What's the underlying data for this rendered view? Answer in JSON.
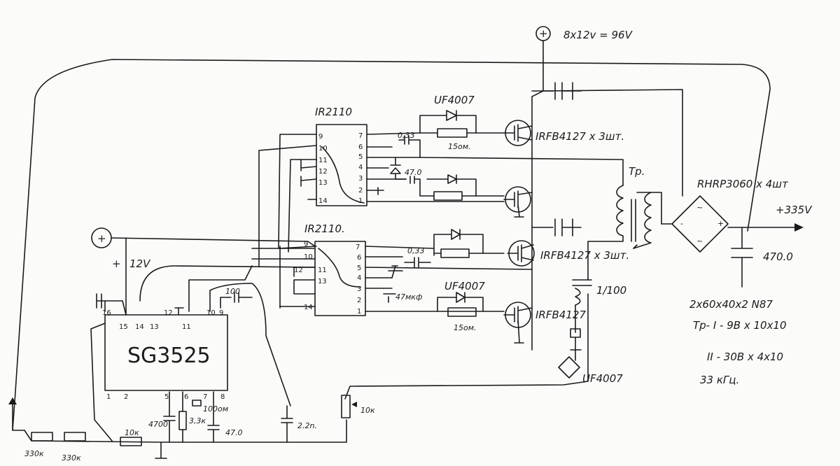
{
  "supply": {
    "high_voltage": "8x12v = 96V",
    "low_voltage": "12V",
    "output": "+335V"
  },
  "chips": {
    "driver_top": "IR2110",
    "driver_bottom": "IR2110.",
    "pwm": "SG3525"
  },
  "mosfets": {
    "top": "IRFB4127 x 3шт.",
    "middle": "IRFB4127 x 3шт.",
    "bottom": "IRFB4127"
  },
  "diodes": {
    "uf_top": "UF4007",
    "uf_mid": "UF4007",
    "uf_right": "UF4007",
    "bridge": "RHRP3060 x 4шт"
  },
  "parts": {
    "c_033_top": "0,33",
    "c_47_top": "47.0",
    "r_15_top": "15ом.",
    "c_033_bottom": "0,33",
    "c_47_bottom": "47мкф",
    "r_15_bottom": "15ом.",
    "c_100": "100",
    "c_4700": "4700",
    "r_33k": "3,3к",
    "r_100_small": "100ом",
    "c_470": "47.0",
    "c_22n": "2.2n.",
    "pot_10k": "10к",
    "r_10k": "10к",
    "r_330a": "330к",
    "r_330b": "330к",
    "c_out": "470.0"
  },
  "transformer": {
    "label": "Tp.",
    "ratio": "1/100",
    "note_core": "2x60x40x2 N87",
    "note_primary": "Tp- I - 9B x 10x10",
    "note_secondary": "II - 30B x 4x10",
    "note_freq": "33 кГц."
  },
  "pins": {
    "sg": [
      "16",
      "15",
      "14",
      "13",
      "12",
      "11",
      "10",
      "9",
      "1",
      "2",
      "5",
      "6",
      "7",
      "8"
    ],
    "ir_top_left": [
      "9",
      "10",
      "11",
      "12",
      "13",
      "14"
    ],
    "ir_top_right": [
      "7",
      "6",
      "5",
      "4",
      "3",
      "2",
      "1"
    ],
    "ir_bot_left": [
      "9",
      "10",
      "11",
      "12",
      "13",
      "14"
    ],
    "ir_bot_right": [
      "7",
      "6",
      "5",
      "4",
      "3",
      "2",
      "1"
    ]
  },
  "symbols": {
    "plus": "+",
    "plus_label": "+",
    "minus": "-",
    "tilde": "~"
  }
}
